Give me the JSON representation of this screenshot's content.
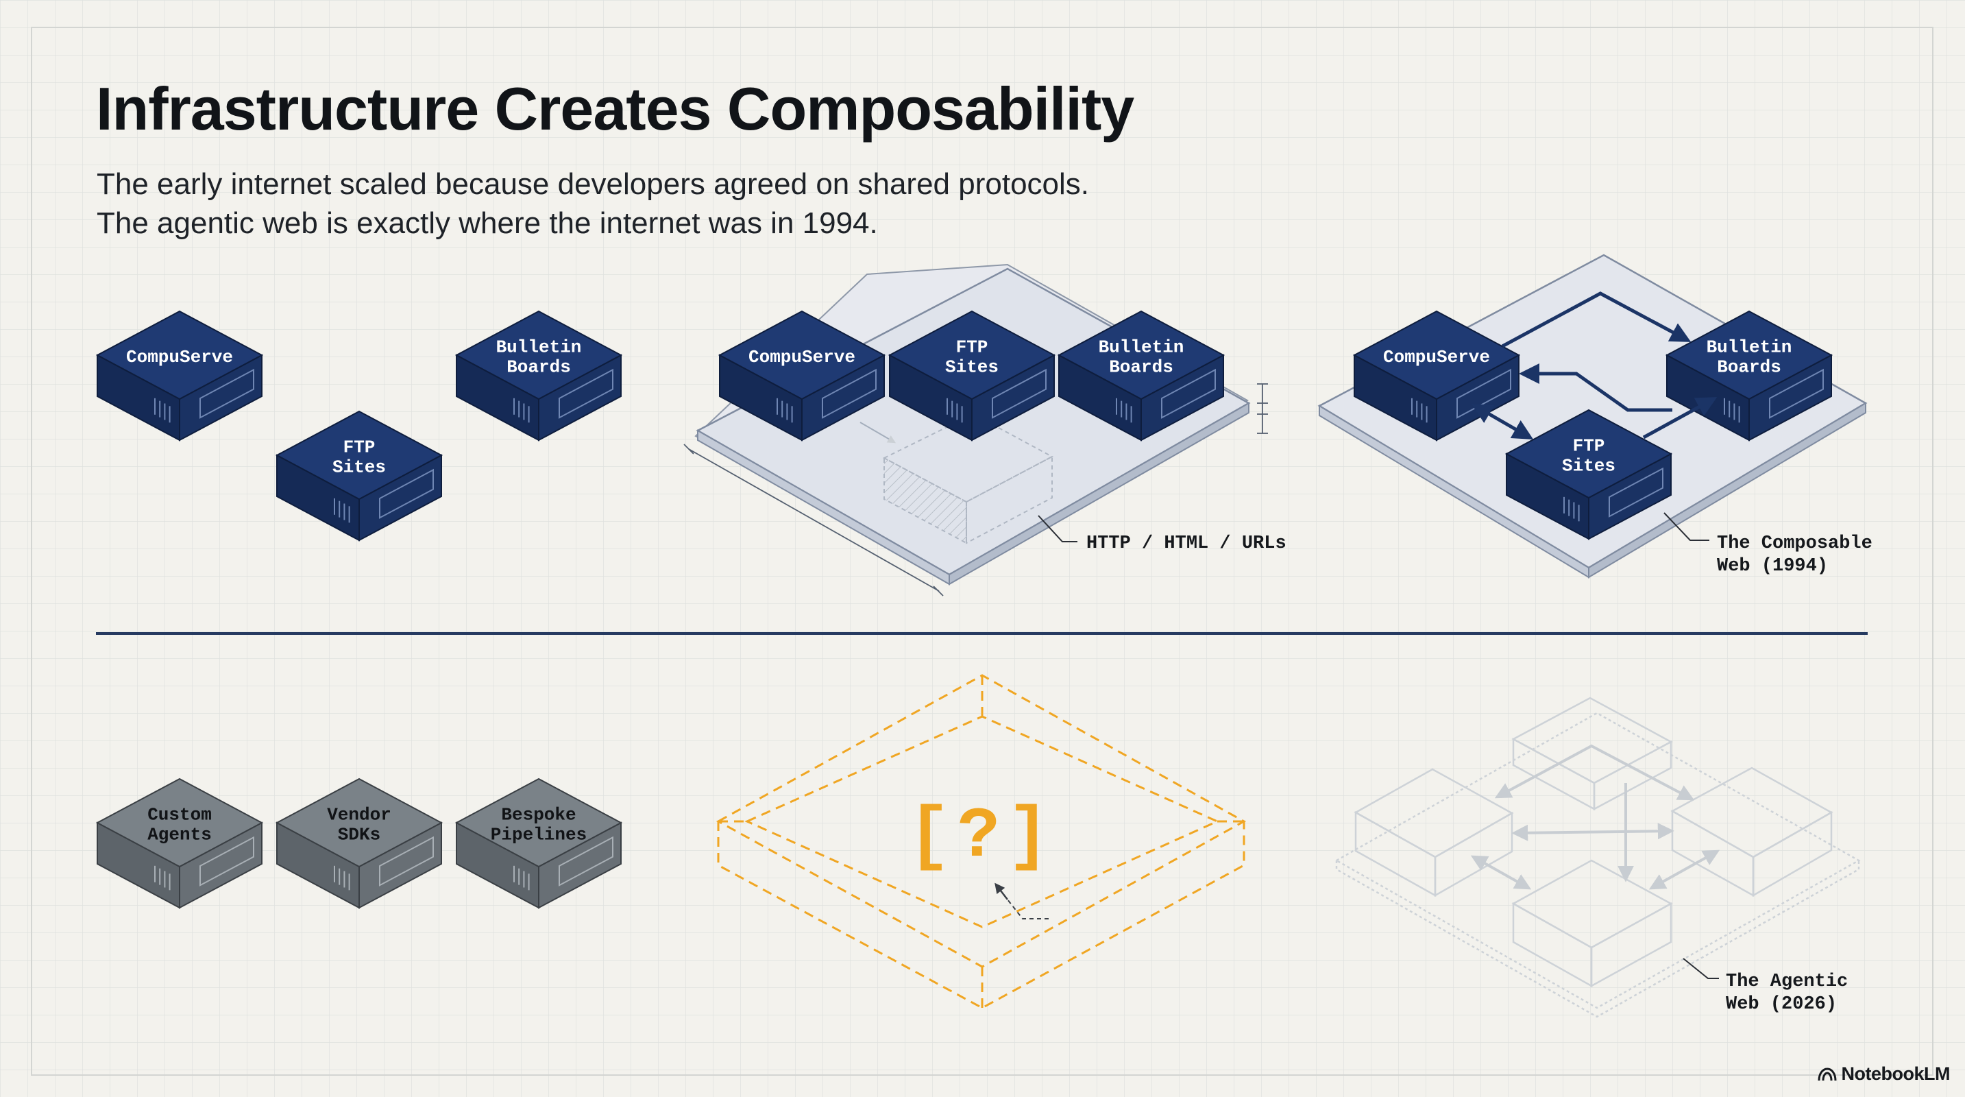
{
  "header": {
    "title": "Infrastructure Creates Composability",
    "subtitle_line1": "The early internet scaled because developers agreed on shared protocols.",
    "subtitle_line2": "The agentic web is exactly where the internet was in 1994."
  },
  "top_row": {
    "scattered": {
      "compuserve": [
        "CompuServe"
      ],
      "ftp": [
        "FTP",
        "Sites"
      ],
      "bbs": [
        "Bulletin",
        "Boards"
      ]
    },
    "platform": {
      "compuserve": [
        "CompuServe"
      ],
      "ftp": [
        "FTP",
        "Sites"
      ],
      "bbs": [
        "Bulletin",
        "Boards"
      ],
      "label": "HTTP / HTML / URLs"
    },
    "composable": {
      "compuserve": [
        "CompuServe"
      ],
      "ftp": [
        "FTP",
        "Sites"
      ],
      "bbs": [
        "Bulletin",
        "Boards"
      ],
      "label_line1": "The Composable",
      "label_line2": "Web (1994)"
    }
  },
  "bottom_row": {
    "blocks": {
      "agents": [
        "Custom",
        "Agents"
      ],
      "sdks": [
        "Vendor",
        "SDKs"
      ],
      "pipelines": [
        "Bespoke",
        "Pipelines"
      ]
    },
    "unknown_marker": "[?]",
    "agentic": {
      "label_line1": "The Agentic",
      "label_line2": "Web (2026)"
    }
  },
  "branding": {
    "name": "NotebookLM"
  },
  "colors": {
    "background": "#f3f2ed",
    "grid": "#dfe1df",
    "navy": "#1b3466",
    "gray_block": "#6f767c",
    "accent_orange": "#f0a623",
    "divider": "#263a60",
    "ghost": "#cfd4d8"
  }
}
